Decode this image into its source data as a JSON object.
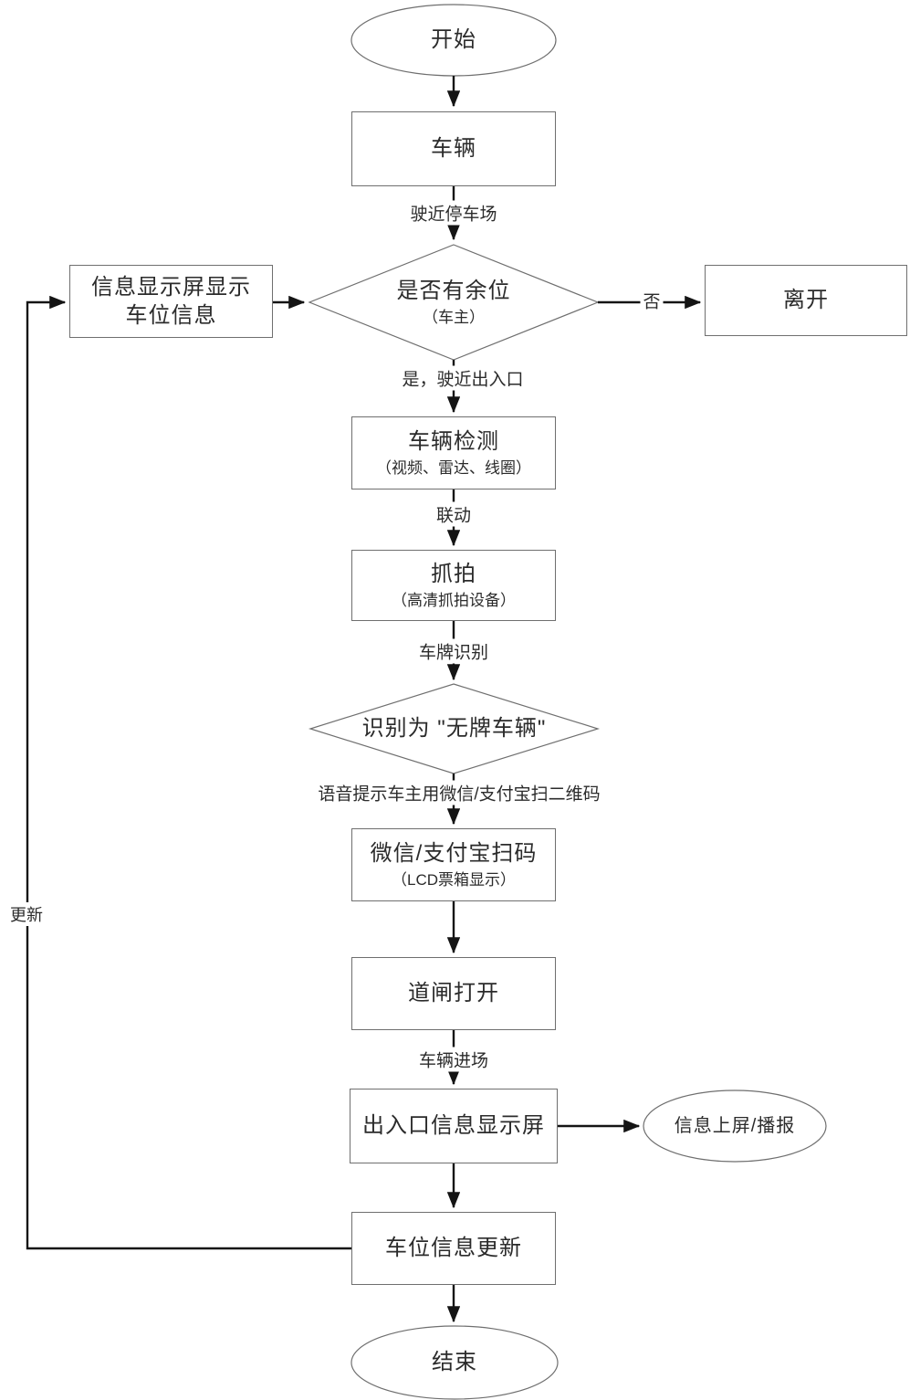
{
  "flowchart": {
    "nodes": {
      "start": {
        "label": "开始"
      },
      "vehicle": {
        "label": "车辆"
      },
      "space_decision": {
        "label": "是否有余位",
        "sub": "（车主）"
      },
      "info_display": {
        "line1": "信息显示屏显示",
        "line2": "车位信息"
      },
      "leave": {
        "label": "离开"
      },
      "vehicle_detection": {
        "label": "车辆检测",
        "sub": "（视频、雷达、线圈）"
      },
      "capture": {
        "label": "抓拍",
        "sub": "（高清抓拍设备）"
      },
      "plate_decision": {
        "label": "识别为 \"无牌车辆\""
      },
      "scan_code": {
        "label": "微信/支付宝扫码",
        "sub": "（LCD票箱显示）"
      },
      "barrier_open": {
        "label": "道闸打开"
      },
      "entrance_display": {
        "label": "出入口信息显示屏"
      },
      "broadcast": {
        "label": "信息上屏/播报"
      },
      "space_update": {
        "label": "车位信息更新"
      },
      "end": {
        "label": "结束"
      }
    },
    "edge_labels": {
      "approach_lot": "驶近停车场",
      "no": "否",
      "yes_approach_gate": "是，驶近出入口",
      "linkage": "联动",
      "plate_recognition": "车牌识别",
      "voice_prompt": "语音提示车主用微信/支付宝扫二维码",
      "vehicle_enter": "车辆进场",
      "update": "更新"
    }
  }
}
